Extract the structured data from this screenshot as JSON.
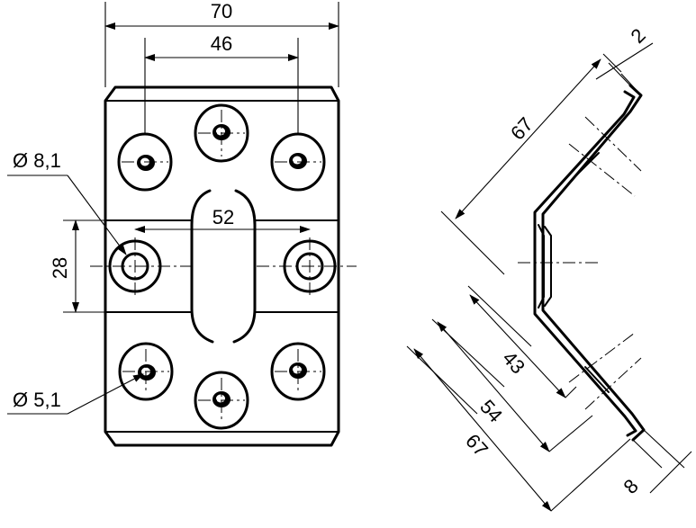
{
  "front_view": {
    "overall_width": "70",
    "outer_hole_spacing": "46",
    "slot_length": "52",
    "center_band_height": "28",
    "large_hole_diameter": "Ø 8,1",
    "small_hole_diameter": "Ø 5,1"
  },
  "side_view": {
    "flange_length_top": "67",
    "flange_length_bottom": "67",
    "dimension_54": "54",
    "dimension_43": "43",
    "thickness": "2",
    "tab_length": "8"
  },
  "colors": {
    "line": "#000000",
    "background": "#ffffff"
  }
}
